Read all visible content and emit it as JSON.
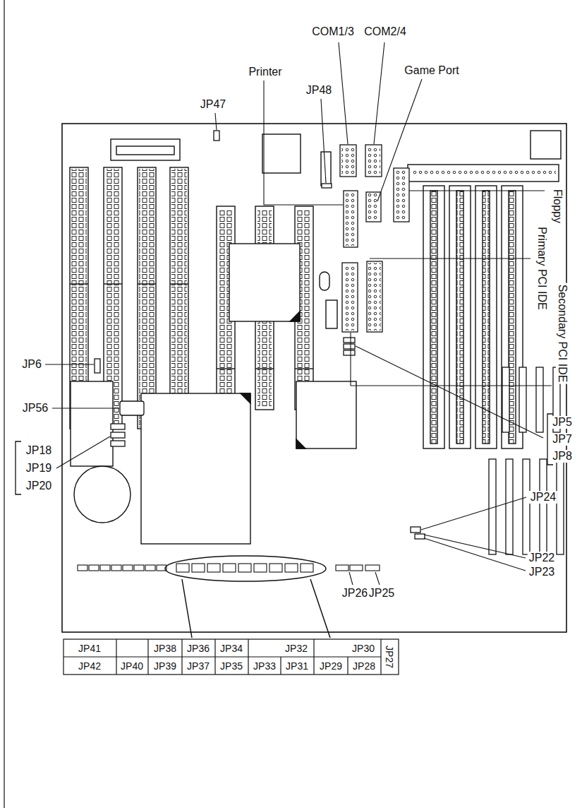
{
  "diagram": {
    "labels": [
      "COM1/3",
      "COM2/4",
      "Printer",
      "JP48",
      "Game Port",
      "JP47",
      "Floppy",
      "Primary PCI IDE",
      "Secondary PCI IDE",
      "JP6",
      "JP5",
      "JP7",
      "JP8",
      "JP56",
      "JP18",
      "JP19",
      "JP20",
      "JP24",
      "JP22",
      "JP23",
      "JP26",
      "JP25",
      "JP41",
      "JP38",
      "JP36",
      "JP34",
      "JP32",
      "JP30",
      "JP27",
      "JP42",
      "JP40",
      "JP39",
      "JP37",
      "JP35",
      "JP33",
      "JP31",
      "JP29",
      "JP28"
    ]
  }
}
